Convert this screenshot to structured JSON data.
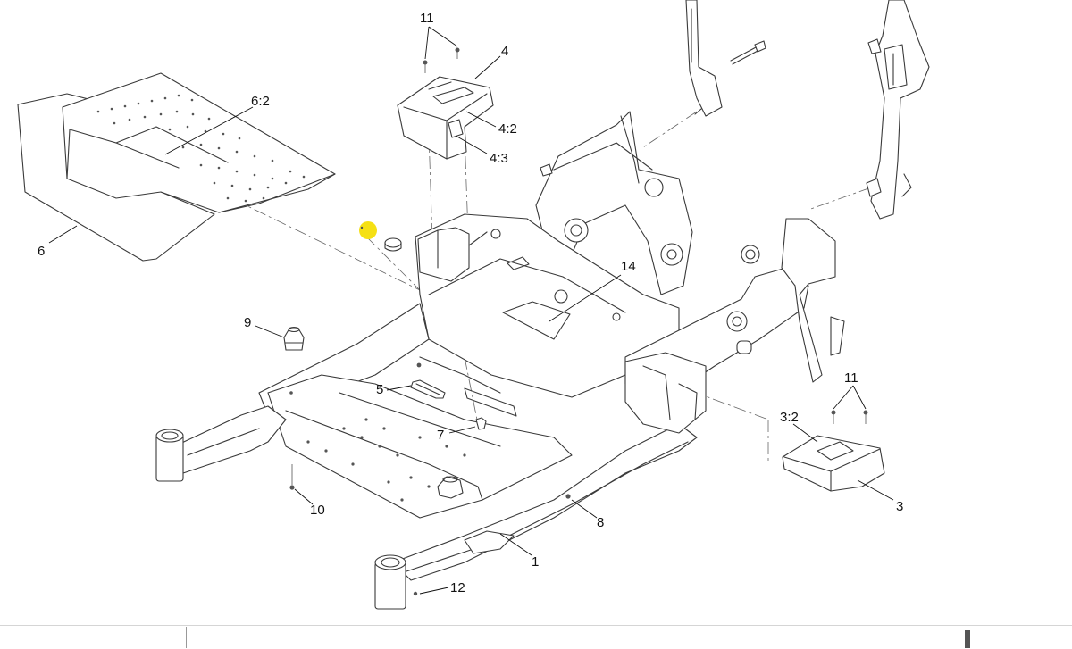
{
  "diagram": {
    "callouts": [
      {
        "label": "1"
      },
      {
        "label": "3"
      },
      {
        "label": "3:2"
      },
      {
        "label": "4"
      },
      {
        "label": "4:2"
      },
      {
        "label": "4:3"
      },
      {
        "label": "5"
      },
      {
        "label": "6"
      },
      {
        "label": "6:2"
      },
      {
        "label": "7"
      },
      {
        "label": "8"
      },
      {
        "label": "9"
      },
      {
        "label": "10"
      },
      {
        "label": "11"
      },
      {
        "label": "11"
      },
      {
        "label": "12"
      },
      {
        "label": "14"
      }
    ],
    "colors": {
      "line": "#3a3a3a",
      "highlight": "#f5e014"
    }
  }
}
